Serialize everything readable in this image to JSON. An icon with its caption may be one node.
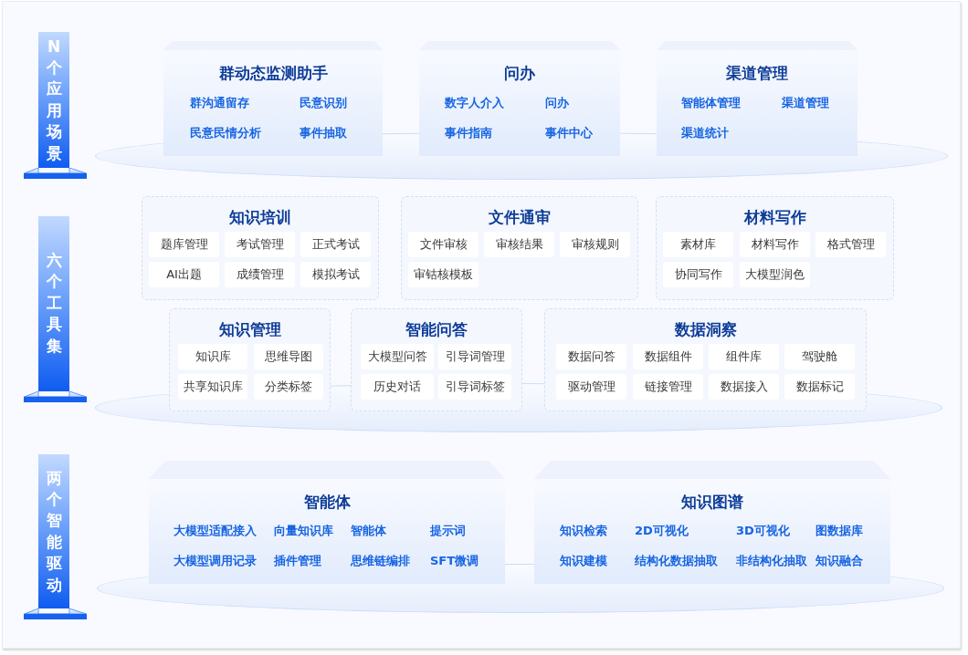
{
  "diagram": {
    "nodes": [
      {
        "text": [
          "N个应用场景"
        ]
      },
      {
        "text": [
          "群动态监测助手",
          "群沟通留存",
          "民意识别",
          "民意民情分析",
          "事件抽取"
        ]
      },
      {
        "text": [
          "问办",
          "数字人介入",
          "问办",
          "事件指南",
          "事件中心"
        ]
      },
      {
        "text": [
          "渠道管理",
          "智能体管理",
          "渠道管理",
          "渠道统计"
        ]
      },
      {
        "text": [
          "六个工具集"
        ]
      },
      {
        "text": [
          "知识培训"
        ]
      },
      {
        "text": [
          "题库管理"
        ],
        "in": 5
      },
      {
        "text": [
          "考试管理"
        ],
        "in": 5
      },
      {
        "text": [
          "正式考试"
        ],
        "in": 5
      },
      {
        "text": [
          "AI出题"
        ],
        "in": 5
      },
      {
        "text": [
          "成绩管理"
        ],
        "in": 5
      },
      {
        "text": [
          "模拟考试"
        ],
        "in": 5
      },
      {
        "text": [
          "文件通审"
        ]
      },
      {
        "text": [
          "文件审核"
        ],
        "in": 12
      },
      {
        "text": [
          "审核结果"
        ],
        "in": 12
      },
      {
        "text": [
          "审核规则"
        ],
        "in": 12
      },
      {
        "text": [
          "审钴核模板"
        ],
        "in": 12
      },
      {
        "text": [
          "材料写作"
        ]
      },
      {
        "text": [
          "素材库"
        ],
        "in": 17
      },
      {
        "text": [
          "材料写作"
        ],
        "in": 17
      },
      {
        "text": [
          "格式管理"
        ],
        "in": 17
      },
      {
        "text": [
          "协同写作"
        ],
        "in": 17
      },
      {
        "text": [
          "大模型润色"
        ],
        "in": 17
      },
      {
        "text": [
          "知识管理"
        ]
      },
      {
        "text": [
          "知识库"
        ],
        "in": 23
      },
      {
        "text": [
          "思维导图"
        ],
        "in": 23
      },
      {
        "text": [
          "共享知识库"
        ],
        "in": 23
      },
      {
        "text": [
          "分类标签"
        ],
        "in": 23
      },
      {
        "text": [
          "智能问答"
        ]
      },
      {
        "text": [
          "大模型问答"
        ],
        "in": 28
      },
      {
        "text": [
          "引导词管理"
        ],
        "in": 28
      },
      {
        "text": [
          "历史对话"
        ],
        "in": 28
      },
      {
        "text": [
          "引导词标签"
        ],
        "in": 28
      },
      {
        "text": [
          "数据洞察"
        ]
      },
      {
        "text": [
          "数据问答"
        ],
        "in": 33
      },
      {
        "text": [
          "数据组件"
        ],
        "in": 33
      },
      {
        "text": [
          "组件库"
        ],
        "in": 33
      },
      {
        "text": [
          "驾驶舱"
        ],
        "in": 33
      },
      {
        "text": [
          "驱动管理"
        ],
        "in": 33
      },
      {
        "text": [
          "链接管理"
        ],
        "in": 33
      },
      {
        "text": [
          "数据接入"
        ],
        "in": 33
      },
      {
        "text": [
          "数据标记"
        ],
        "in": 33
      },
      {
        "text": [
          "两个智能驱动"
        ]
      },
      {
        "text": [
          "智能体",
          "大模型适配接入",
          "向量知识库",
          "智能体",
          "提示词",
          "大模型调用记录",
          "插件管理",
          "思维链编排",
          "SFT微调"
        ]
      },
      {
        "text": [
          "知识图谱",
          "知识检索",
          "2D可视化",
          "3D可视化",
          "图数据库",
          "知识建模",
          "结构化数据抽取",
          "非结构化抽取",
          "知识融合"
        ]
      },
      {
        "text": [],
        "shape": "ellipse"
      },
      {
        "text": [],
        "shape": "ellipse"
      },
      {
        "text": [],
        "shape": "ellipse"
      }
    ]
  }
}
